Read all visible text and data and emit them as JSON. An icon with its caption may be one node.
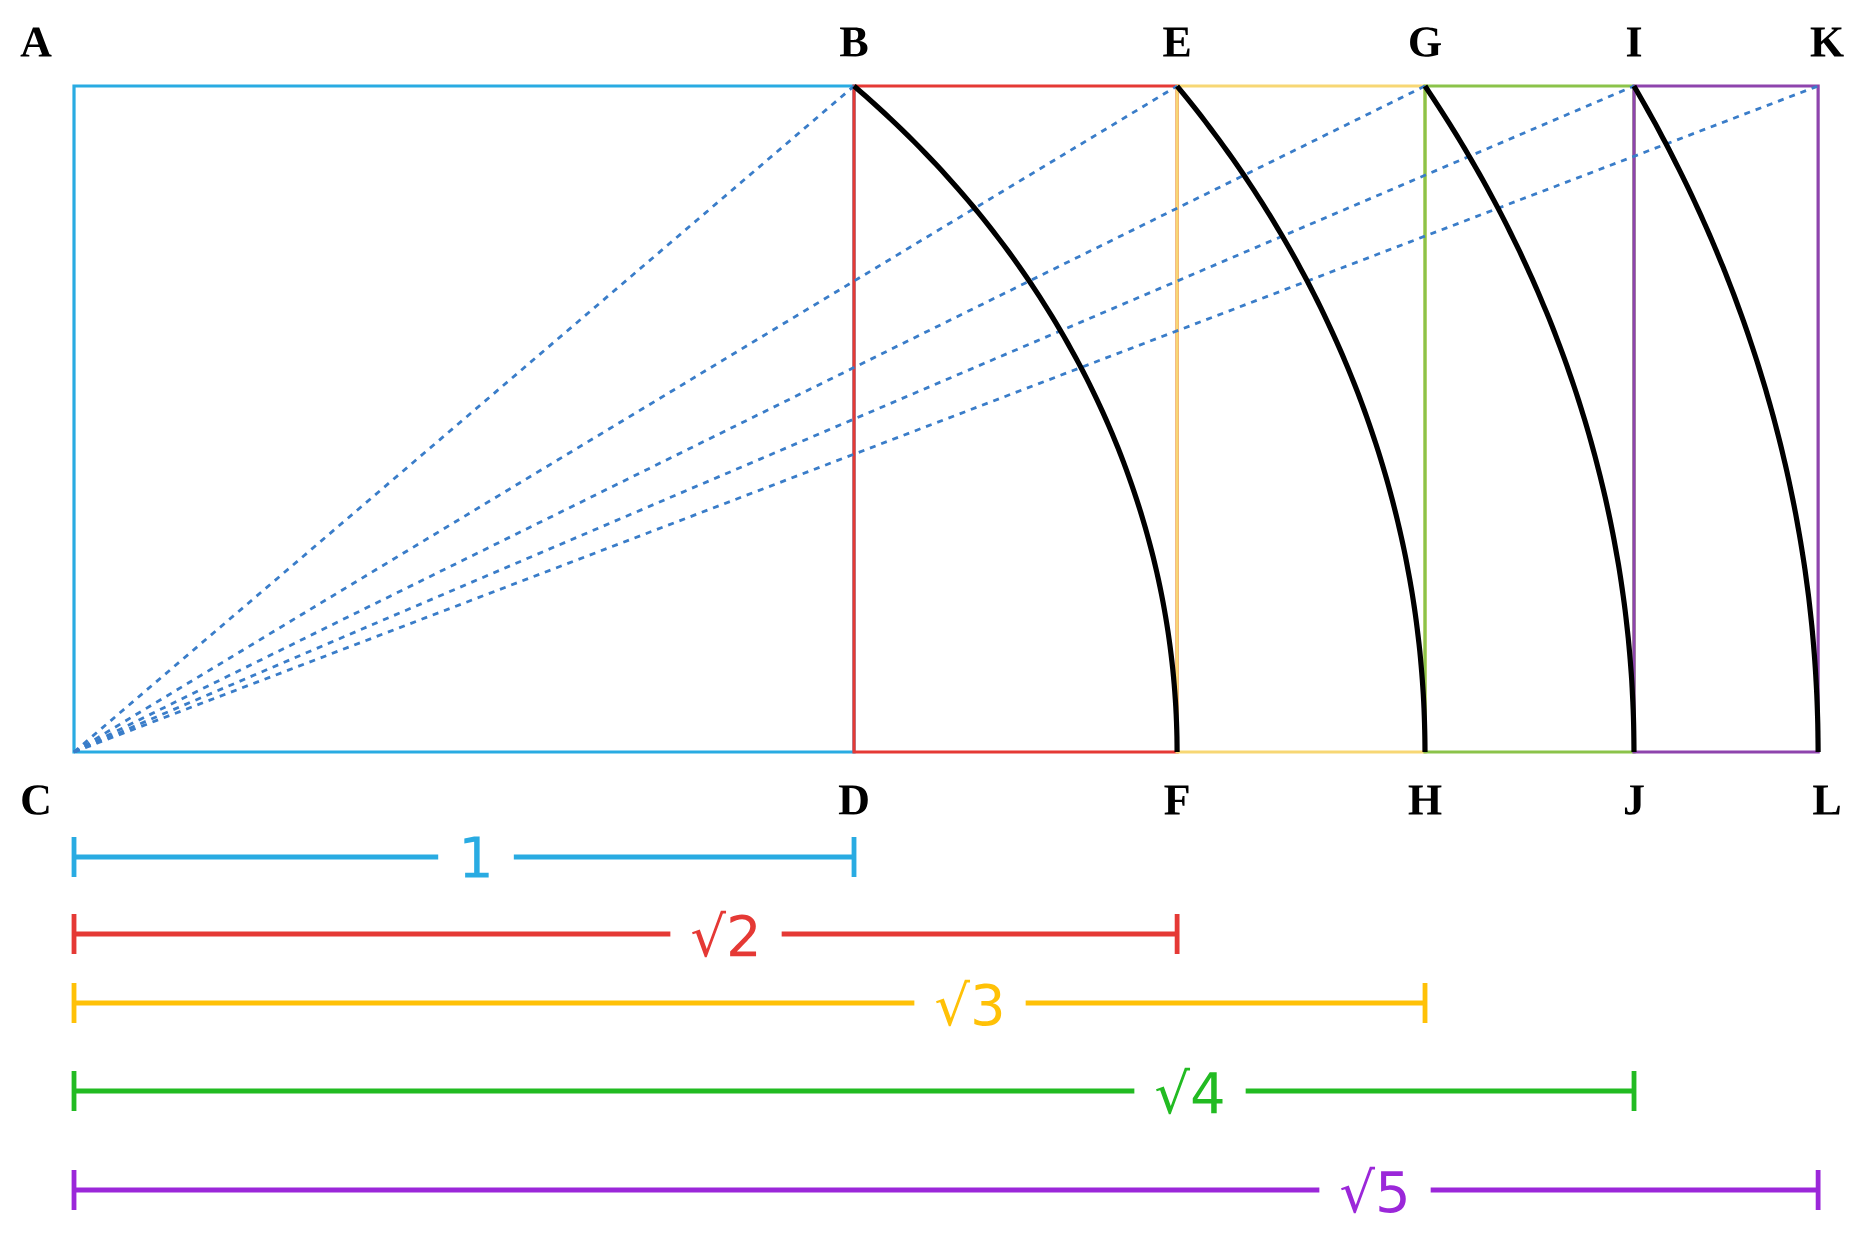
{
  "diagram": {
    "labels": [
      "A",
      "B",
      "E",
      "G",
      "I",
      "K",
      "C",
      "D",
      "F",
      "H",
      "J",
      "L",
      "1",
      "√2",
      "√3",
      "√4",
      "√5"
    ]
  }
}
